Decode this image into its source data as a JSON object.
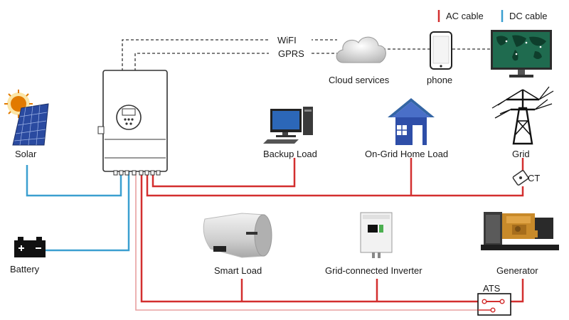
{
  "legend": {
    "ac_label": "AC cable",
    "dc_label": "DC cable",
    "ac_color": "#d32f2f",
    "dc_color": "#3b9fd0"
  },
  "labels": {
    "wifi": "WiFI",
    "gprs": "GPRS",
    "cloud": "Cloud services",
    "phone": "phone",
    "solar": "Solar",
    "backup_load": "Backup Load",
    "home_load": "On-Grid Home Load",
    "grid": "Grid",
    "ct": "CT",
    "battery": "Battery",
    "smart_load": "Smart Load",
    "grid_inverter": "Grid-connected Inverter",
    "generator": "Generator",
    "ats": "ATS"
  },
  "icons": {
    "inverter": "hybrid-inverter-icon",
    "cloud": "cloud-icon",
    "phone": "smartphone-icon",
    "monitor": "world-map-monitor-icon",
    "solar": "solar-panel-icon",
    "backup_load": "desktop-computer-icon",
    "home": "house-icon",
    "grid": "transmission-tower-icon",
    "ct": "current-transformer-icon",
    "battery": "battery-icon",
    "smart_load": "water-heater-icon",
    "grid_inverter": "grid-tie-inverter-icon",
    "generator": "diesel-generator-icon",
    "ats": "ats-switch-icon"
  }
}
